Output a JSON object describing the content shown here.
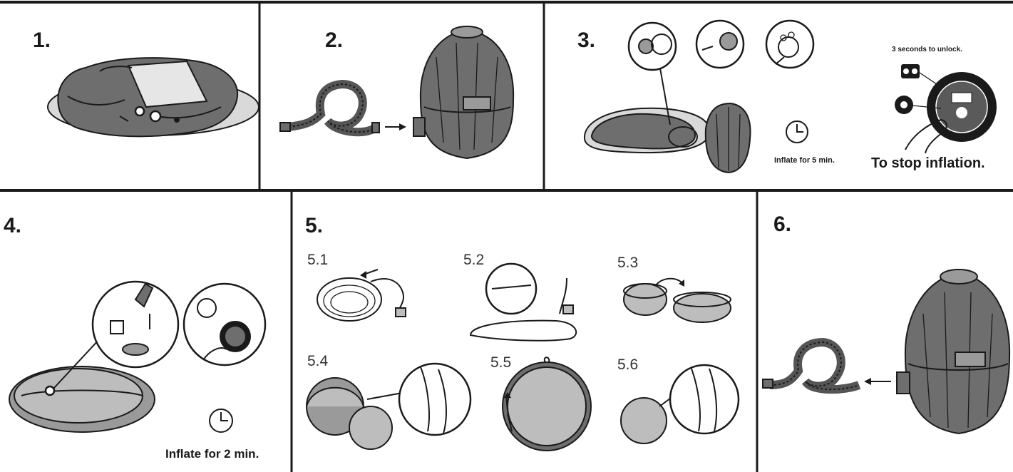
{
  "steps": {
    "s1": "1.",
    "s2": "2.",
    "s3": "3.",
    "s4": "4.",
    "s5": "5.",
    "s6": "6."
  },
  "substeps": {
    "s5_1": "5.1",
    "s5_2": "5.2",
    "s5_3": "5.3",
    "s5_4": "5.4",
    "s5_5": "5.5",
    "s5_6": "5.6"
  },
  "notes": {
    "unlock": "3 seconds to unlock.",
    "stop": "To stop inflation.",
    "inflate_5": "Inflate for 5 min.",
    "inflate_2": "Inflate for 2 min."
  },
  "icons": [
    "clock-icon",
    "lock-icon",
    "fan-icon",
    "arrow-icon",
    "hand-icon"
  ],
  "colors": {
    "ink": "#1a1a1a",
    "body_grey": "#6e6e6e",
    "light_grey": "#bdbdbd"
  }
}
